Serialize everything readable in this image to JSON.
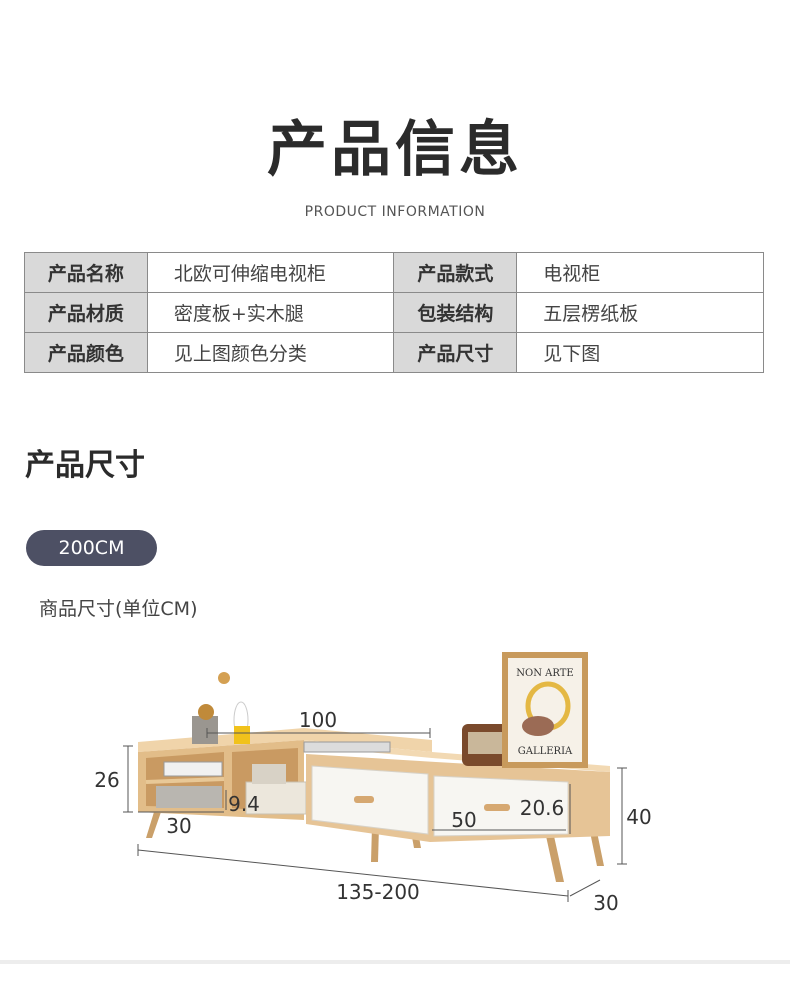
{
  "header": {
    "title": "产品信息",
    "subtitle": "PRODUCT INFORMATION"
  },
  "info_table": [
    [
      {
        "label": "产品名称",
        "value": "北欧可伸缩电视柜"
      },
      {
        "label": "产品款式",
        "value": "电视柜"
      }
    ],
    [
      {
        "label": "产品材质",
        "value": "密度板+实木腿"
      },
      {
        "label": "包装结构",
        "value": "五层楞纸板"
      }
    ],
    [
      {
        "label": "产品颜色",
        "value": "见上图颜色分类"
      },
      {
        "label": "产品尺寸",
        "value": "见下图"
      }
    ]
  ],
  "size_section": {
    "title": "产品尺寸",
    "badge": "200CM",
    "unit_note": "商品尺寸(单位CM)"
  },
  "product_image": {
    "poster_line1": "NON ARTE",
    "poster_line2": "GALLERIA"
  },
  "dimensions": {
    "top_width": "100",
    "left_height": "26",
    "shelf_height": "9.4",
    "shelf_depth": "30",
    "drawer_width": "50",
    "drawer_height": "20.6",
    "total_height": "40",
    "total_length": "135-200",
    "depth": "30"
  },
  "colors": {
    "badge": "#4d5064",
    "table_label_bg": "#d9d9d9",
    "wood": "#e6c496",
    "drawer": "#f7f6f2"
  }
}
